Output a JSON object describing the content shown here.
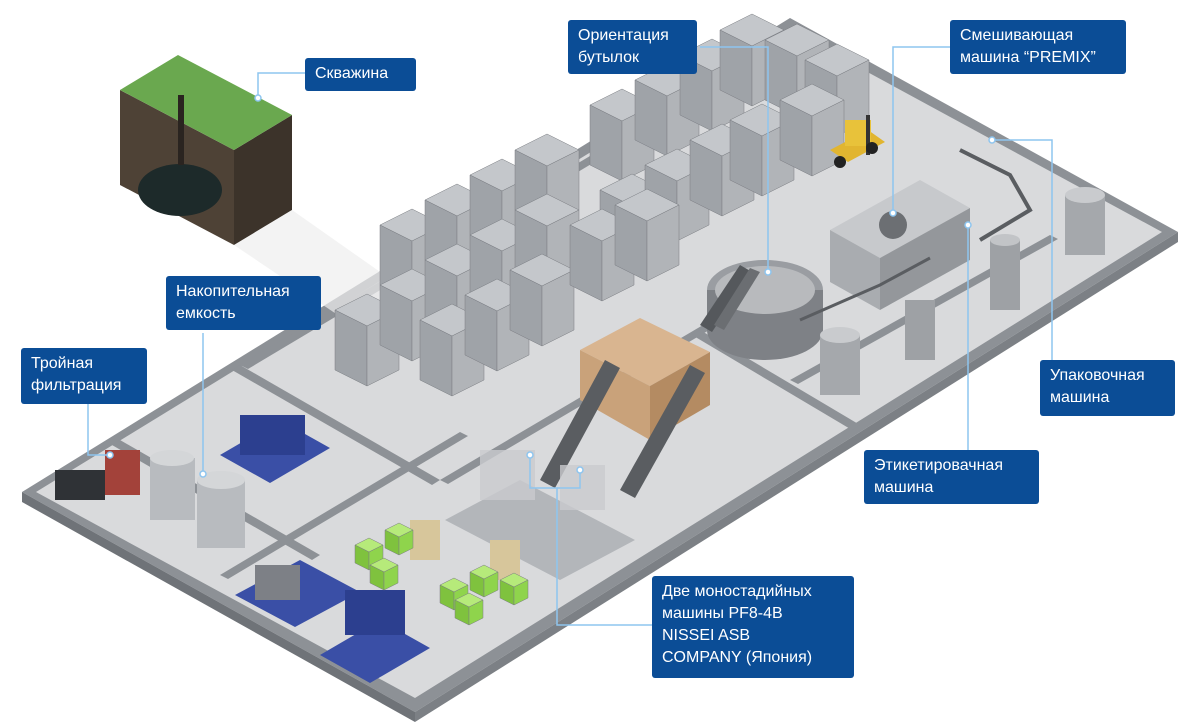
{
  "callouts": {
    "skvazhina": "Скважина",
    "orientatsiya": "Ориентация\nбутылок",
    "premix": "Смешивающая\nмашина “PREMIX”",
    "nakopitelnaya": "Накопительная\nемкость",
    "troynaya": "Тройная\nфильтрация",
    "upakovochnaya": "Упаковочная\nмашина",
    "etiketirovochnaya": "Этикетировачная\nмашина",
    "monostadiynye": "Две моностадийных\nмашины PF8-4B\nNISSEI ASB\nCOMPANY (Япония)"
  },
  "colors": {
    "callout_bg": "#0b4d96",
    "leader_line": "#8ec5ef",
    "floor": "#d9dadc",
    "wall": "#8d9196",
    "machine_blue": "#3a4fa6",
    "bottle_bin_green": "#8fd44c",
    "hopper": "#c9a27a",
    "pallet": "#a8764a",
    "grass": "#6aa84f",
    "soil": "#4e4236"
  }
}
